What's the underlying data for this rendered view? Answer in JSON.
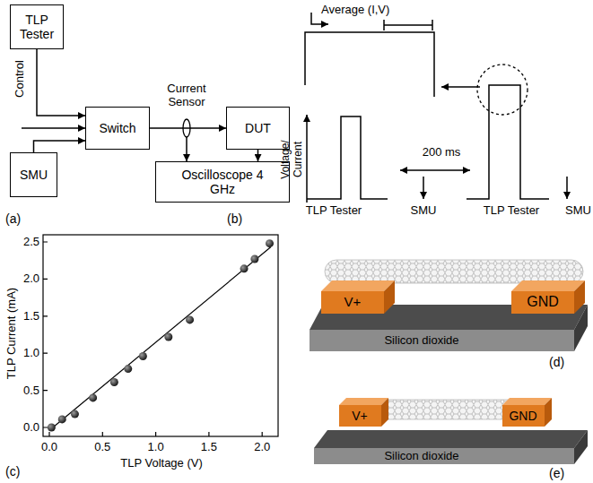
{
  "diagram": {
    "nodes": [
      {
        "text": [
          "TLP Tester"
        ]
      },
      {
        "text": [
          "Switch"
        ]
      },
      {
        "text": [
          "DUT"
        ]
      },
      {
        "text": [
          "SMU"
        ]
      },
      {
        "text": [
          "Oscilloscope 4 GHz"
        ]
      }
    ],
    "edges": [
      {
        "from": 0,
        "to": 1,
        "arrow": "to"
      },
      {
        "from": 3,
        "to": 1,
        "arrow": "to"
      },
      {
        "from": 1,
        "to": 2,
        "arrow": "to"
      },
      {
        "from": 2,
        "to": 4,
        "arrow": "to"
      }
    ],
    "labels": [
      "Control",
      "Current Sensor",
      "(a)",
      "Average (I,V)",
      "Voltage/ Current",
      "200 ms",
      "TLP Tester",
      "SMU",
      "TLP Tester",
      "SMU",
      "(b)",
      "2.5",
      "2.0",
      "1.5",
      "1.0",
      "0.5",
      "0.0",
      "0.0",
      "0.5",
      "1.0",
      "1.5",
      "2.0",
      "TLP Current (mA)",
      "TLP Voltage (V)",
      "(c)",
      "V+",
      "GND",
      "Silicon dioxide",
      "(d)",
      "V+",
      "GND",
      "Silicon dioxide",
      "(e)"
    ]
  }
}
